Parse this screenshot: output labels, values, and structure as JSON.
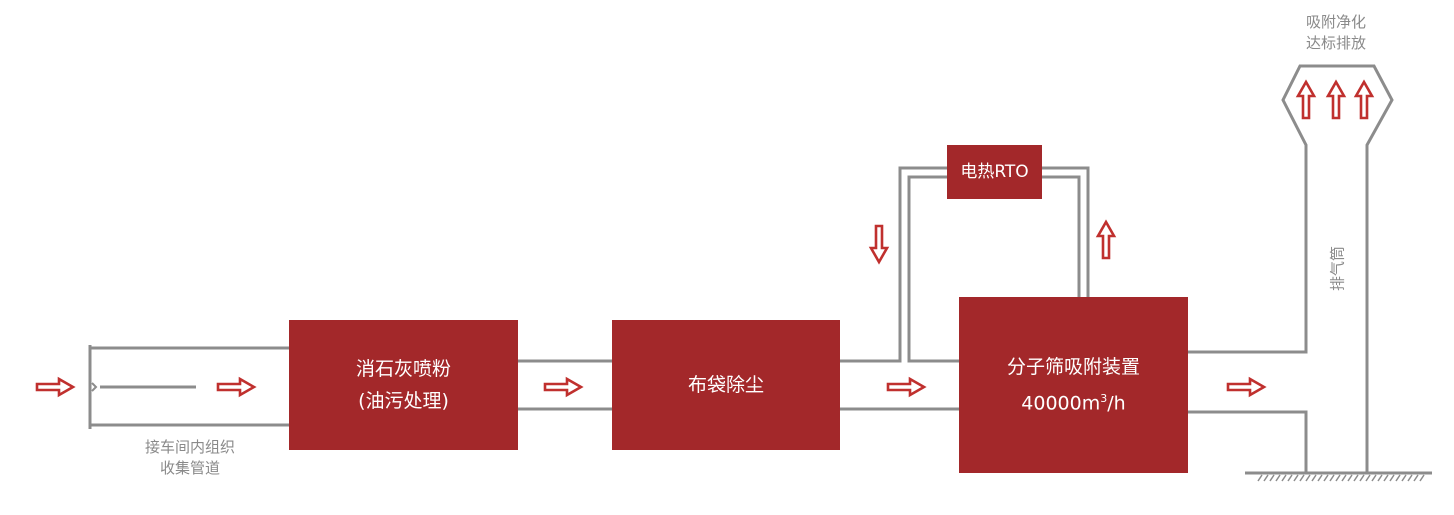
{
  "colors": {
    "box": "#a3282a",
    "pipe": "#8c8c8c",
    "arrow": "#c0302e",
    "label": "#8a8a8a"
  },
  "boxes": {
    "lime": {
      "line1": "消石灰喷粉",
      "line2": "(油污处理)"
    },
    "bag": {
      "line1": "布袋除尘"
    },
    "rto": {
      "line1": "电热RTO"
    },
    "sieve": {
      "line1": "分子筛吸附装置",
      "line2_value": "40000m",
      "line2_sup": "3",
      "line2_unit": "/h"
    }
  },
  "labels": {
    "inlet_line1": "接车间内组织",
    "inlet_line2": "收集管道",
    "stack_top_line1": "吸附净化",
    "stack_top_line2": "达标排放",
    "stack": "排气筒"
  },
  "icons": [
    "arrow-right-icon",
    "arrow-down-icon",
    "arrow-up-icon"
  ]
}
